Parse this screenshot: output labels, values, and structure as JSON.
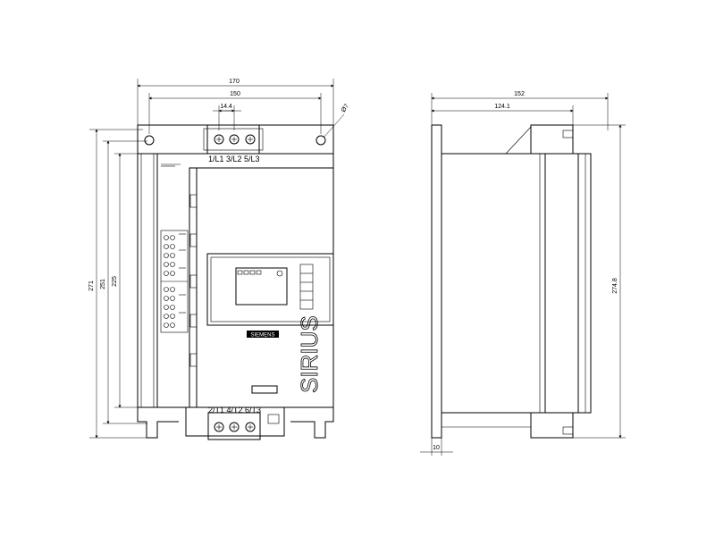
{
  "front_view": {
    "dims": {
      "overall_width": "170",
      "hole_spacing": "150",
      "terminal_pitch": "14.4",
      "hole_diameter": "Ø7",
      "overall_height": "271",
      "hole_height": "251",
      "body_height": "225"
    },
    "terminals_top": "1/L1  3/L2  5/L3",
    "terminals_bottom": "2/T1  4/T2  6/T3",
    "logo_text": "SIEMENS",
    "brand_text": "SIRIUS"
  },
  "side_view": {
    "dims": {
      "overall_depth": "152",
      "partial_depth": "124.1",
      "height": "274.8",
      "flange": "10"
    }
  }
}
